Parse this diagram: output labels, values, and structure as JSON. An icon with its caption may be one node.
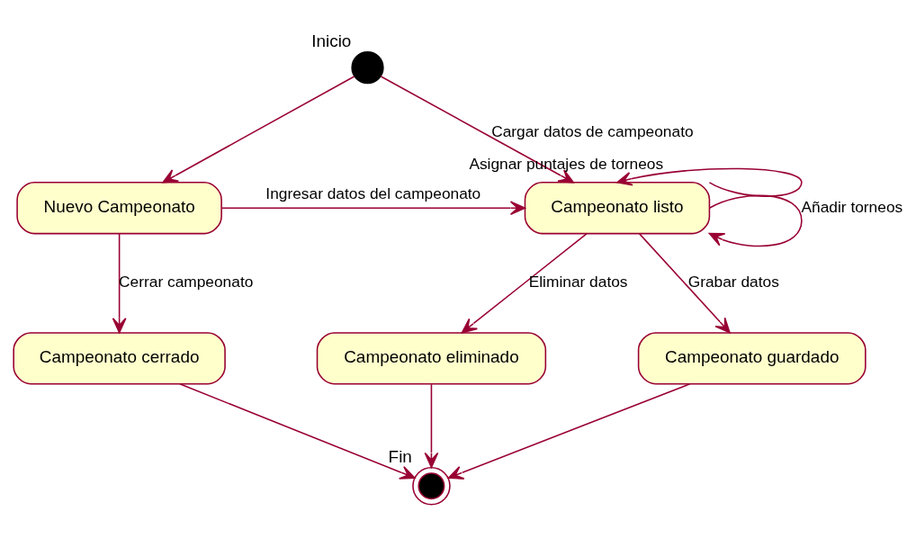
{
  "diagram": {
    "nodes": [
      {
        "text": [],
        "shape": "circle",
        "beside": [
          "Inicio"
        ]
      },
      {
        "text": [
          "Nuevo Campeonato"
        ]
      },
      {
        "text": [
          "Campeonato listo"
        ]
      },
      {
        "text": [
          "Campeonato cerrado"
        ]
      },
      {
        "text": [
          "Campeonato eliminado"
        ]
      },
      {
        "text": [
          "Campeonato guardado"
        ]
      },
      {
        "text": [],
        "shape": "circle",
        "beside": [
          "Fin"
        ]
      }
    ],
    "edges": [
      {
        "from": 0,
        "to": 1,
        "arrow": "to"
      },
      {
        "from": 0,
        "to": 2,
        "arrow": "to",
        "label": "Cargar datos de campeonato"
      },
      {
        "from": 1,
        "to": 2,
        "arrow": "to",
        "label": "Ingresar datos del campeonato"
      },
      {
        "from": 2,
        "to": 2,
        "arrow": "to",
        "label": "Asignar puntajes de torneos"
      },
      {
        "from": 2,
        "to": 2,
        "arrow": "to",
        "label": "Añadir torneos"
      },
      {
        "from": 1,
        "to": 3,
        "arrow": "to",
        "label": "Cerrar campeonato"
      },
      {
        "from": 2,
        "to": 4,
        "arrow": "to",
        "label": "Eliminar datos"
      },
      {
        "from": 2,
        "to": 5,
        "arrow": "to",
        "label": "Grabar datos"
      },
      {
        "from": 3,
        "to": 6,
        "arrow": "to"
      },
      {
        "from": 4,
        "to": 6,
        "arrow": "to"
      },
      {
        "from": 5,
        "to": 6,
        "arrow": "to"
      }
    ]
  }
}
